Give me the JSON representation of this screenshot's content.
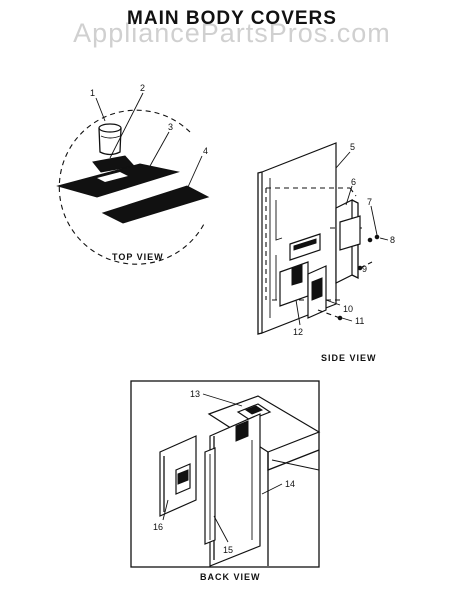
{
  "title": "MAIN BODY COVERS",
  "watermark": "AppliancePartsPros.com",
  "views": {
    "top": "TOP VIEW",
    "side": "SIDE VIEW",
    "back": "BACK VIEW"
  },
  "callouts": {
    "c1": "1",
    "c2": "2",
    "c3": "3",
    "c4": "4",
    "c5": "5",
    "c6": "6",
    "c7": "7",
    "c8": "8",
    "c9": "9",
    "c10": "10",
    "c11": "11",
    "c12": "12",
    "c13": "13",
    "c14": "14",
    "c15": "15",
    "c16": "16"
  },
  "colors": {
    "ink": "#111111",
    "paper": "#ffffff",
    "watermark": "#aaaaaa"
  }
}
